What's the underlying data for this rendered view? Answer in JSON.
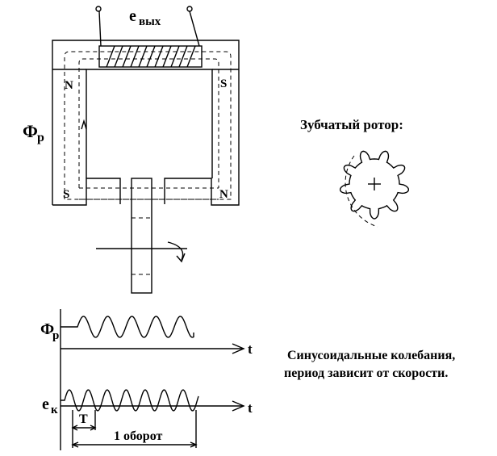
{
  "labels": {
    "output_emf": "e",
    "output_emf_sub": "вых",
    "flux_rotor": "Ф",
    "flux_rotor_sub": "р",
    "pole_n_top": "N",
    "pole_s_top": "S",
    "pole_s_bottom": "S",
    "pole_n_bottom": "N",
    "rotor_title": "Зубчатый ротор:",
    "wave_flux": "Ф",
    "wave_flux_sub": "р",
    "wave_emf": "e",
    "wave_emf_sub": "к",
    "time_axis_1": "t",
    "time_axis_2": "t",
    "period": "T",
    "one_revolution": "1 оборот",
    "note_line1": "Синусоидальные колебания,",
    "note_line2": "период зависит от скорости."
  },
  "colors": {
    "ink": "#000000",
    "background": "#ffffff"
  }
}
